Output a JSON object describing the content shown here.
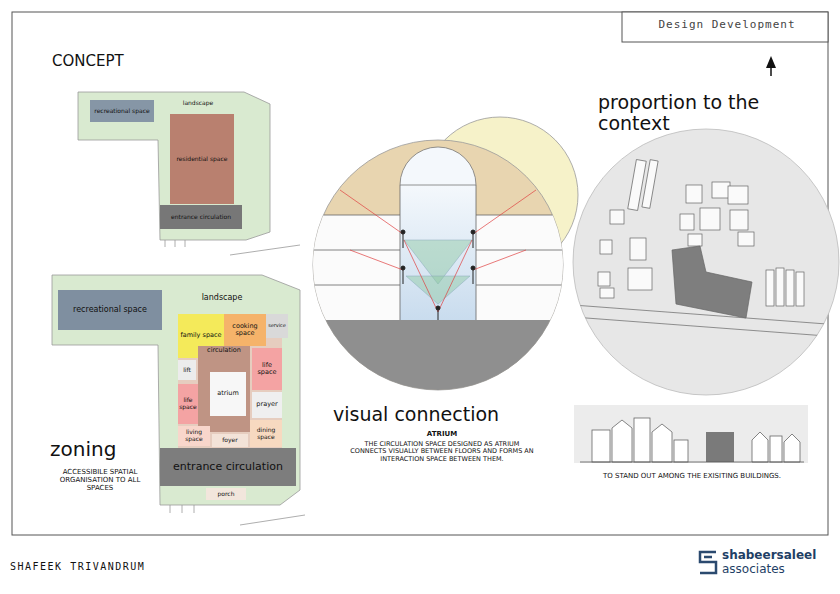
{
  "diagram": {
    "title": "Design Development",
    "nodes": [
      {
        "text": [
          "landscape"
        ]
      },
      {
        "text": [
          "recreational space"
        ],
        "in": 0
      },
      {
        "text": [
          "residential space"
        ],
        "in": 0
      },
      {
        "text": [
          "entrance circulation"
        ],
        "in": 0
      },
      {
        "text": [
          "landscape"
        ]
      },
      {
        "text": [
          "recreational space"
        ],
        "in": 4
      },
      {
        "text": [
          "family space"
        ],
        "in": 4
      },
      {
        "text": [
          "cooking space"
        ],
        "in": 4
      },
      {
        "text": [
          "service"
        ],
        "in": 4
      },
      {
        "text": [
          "lift"
        ],
        "in": 4
      },
      {
        "text": [
          "life space"
        ],
        "in": 4
      },
      {
        "text": [
          "circulation"
        ],
        "in": 4
      },
      {
        "text": [
          "atrium"
        ],
        "in": 11
      },
      {
        "text": [
          "life space"
        ],
        "in": 4
      },
      {
        "text": [
          "prayer"
        ],
        "in": 4
      },
      {
        "text": [
          "living space"
        ],
        "in": 4
      },
      {
        "text": [
          "foyer"
        ],
        "in": 4
      },
      {
        "text": [
          "dining space"
        ],
        "in": 4
      },
      {
        "text": [
          "entrance circulation"
        ],
        "in": 4
      },
      {
        "text": [
          "porch"
        ],
        "in": 4
      }
    ],
    "labels": [
      "CONCEPT",
      "zoning",
      "ACCESSIBILE SPATIAL ORGANISATION TO ALL SPACES",
      "visual connection",
      "ATRIUM",
      "THE CIRCULATION SPACE DESIGNED AS ATRIUM CONNECTS VISUALLY BETWEEN FLOORS AND FORMS AN INTERACTION SPACE BETWEEN THEM.",
      "proportion to the context",
      "TO STAND OUT AMONG THE EXISITING BUILDINGS.",
      "SHAFEEK TRIVANDRUM",
      "shabeersaleel",
      "associates"
    ]
  }
}
